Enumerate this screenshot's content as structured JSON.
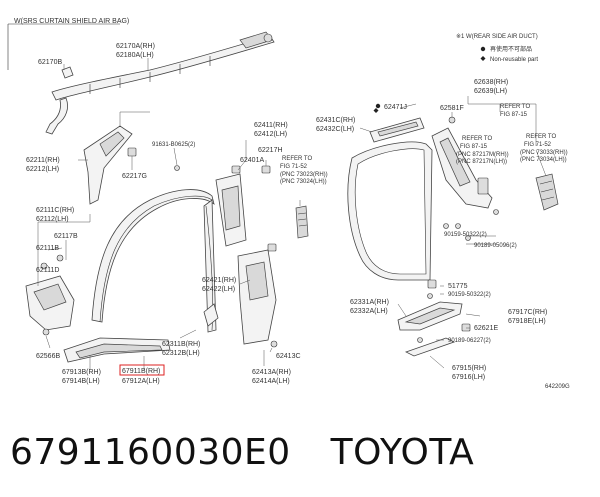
{
  "diagram": {
    "header": "W(SRS CURTAIN SHIELD AIR BAG)",
    "legend": {
      "title": "※1 W(REAR SIDE AIR DUCT)",
      "items": [
        {
          "symbol": "filled-dot",
          "text": "再使用不可部品"
        },
        {
          "symbol": "filled-diamond",
          "text": "Non-reusable part"
        }
      ]
    },
    "figure_code": "642209G",
    "labels": {
      "l62170A": "62170A(RH)",
      "l62180A": "62180A(LH)",
      "l62170B": "62170B",
      "l62211": "62211(RH)",
      "l62212": "62212(LH)",
      "l62217G": "62217G",
      "l91631": "91631-B0625(2)",
      "l62411": "62411(RH)",
      "l62412": "62412(LH)",
      "l62217H": "62217H",
      "l62401A": "62401A",
      "refer1a": "REFER TO",
      "refer1b": "FIG 71-52",
      "refer1c": "(PNC 73023(RH))",
      "refer1d": "(PNC 73024(LH))",
      "l62431C": "62431C(RH)",
      "l62432C": "62432C(LH)",
      "l62471J": "62471J",
      "l62638": "62638(RH)",
      "l62639": "62639(LH)",
      "l62581F": "62581F",
      "refer2a": "REFER TO",
      "refer2b": "FIG 87-15",
      "refer3a": "REFER TO",
      "refer3b": "FIG 87-15",
      "refer3c": "(PNC 87217M(RH))",
      "refer3d": "(PNC 87217N(LH))",
      "refer4a": "REFER TO",
      "refer4b": "FIG 71-52",
      "refer4c": "(PNC 73033(RH))",
      "refer4d": "(PNC 73034(LH))",
      "l62111C": "62111C(RH)",
      "l62112": "62112(LH)",
      "l62117B": "62117B",
      "l62111B": "62111B",
      "l62111D": "62111D",
      "l62566B": "62566B",
      "l90159a": "90159-50322(2)",
      "l90189a": "90189-05096(2)",
      "l62421": "62421(RH)",
      "l62422": "62422(LH)",
      "l62311B": "62311B(RH)",
      "l62312B": "62312B(LH)",
      "l62413C": "62413C",
      "l62413A": "62413A(RH)",
      "l62414A": "62414A(LH)",
      "l67913B": "67913B(RH)",
      "l67914B": "67914B(LH)",
      "l67911B": "67911B(RH)",
      "l67912A": "67912A(LH)",
      "l51775": "51775",
      "l90159b": "90159-50322(2)",
      "l62331A": "62331A(RH)",
      "l62332A": "62332A(LH)",
      "l67917C": "67917C(RH)",
      "l67918E": "67918E(LH)",
      "l62621E": "62621E",
      "l90189b": "90189-06227(2)",
      "l67915": "67915(RH)",
      "l67916": "67916(LH)"
    }
  },
  "caption": {
    "part_number": "6791160030E0",
    "brand": "TOYOTA"
  },
  "colors": {
    "highlight": "#dd2222",
    "line": "#333333",
    "part_fill": "#f3f3f3"
  }
}
